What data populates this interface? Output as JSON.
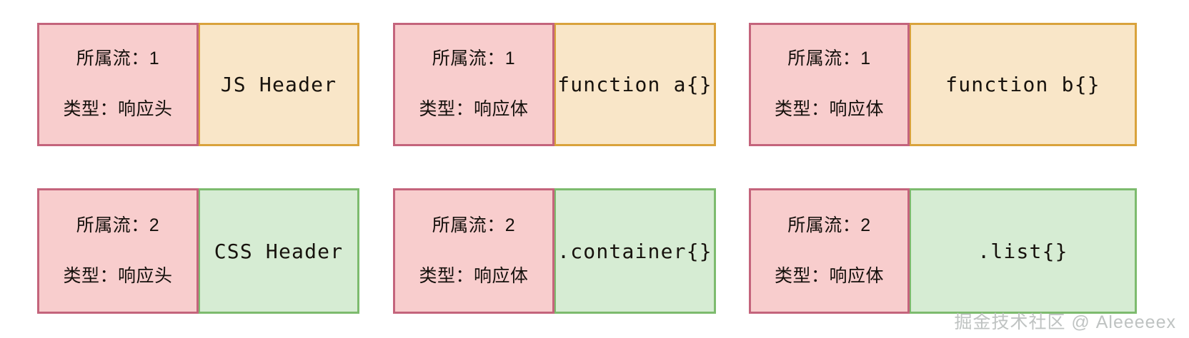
{
  "diagram": {
    "type": "multiplexed-stream-frames",
    "colors": {
      "meta_fill": "#f8cdcd",
      "meta_border": "#c4647c",
      "js_fill": "#f9e6c8",
      "js_border": "#d9a23c",
      "css_fill": "#d6ecd3",
      "css_border": "#7dbb6e",
      "text": "#17120d",
      "watermark": "#bfc3c2",
      "background": "#ffffff"
    },
    "labels": {
      "stream_prefix": "所属流：",
      "type_prefix": "类型：",
      "type_header": "响应头",
      "type_body": "响应体"
    },
    "rows": [
      {
        "row_name": "js-stream-row",
        "stream_id": "1",
        "content_kind": "js",
        "blocks": [
          {
            "meta_line1": "所属流：1",
            "meta_line2": "类型：响应头",
            "content": "JS Header"
          },
          {
            "meta_line1": "所属流：1",
            "meta_line2": "类型：响应体",
            "content": "function a{}"
          },
          {
            "meta_line1": "所属流：1",
            "meta_line2": "类型：响应体",
            "content": "function b{}"
          }
        ]
      },
      {
        "row_name": "css-stream-row",
        "stream_id": "2",
        "content_kind": "css",
        "blocks": [
          {
            "meta_line1": "所属流：2",
            "meta_line2": "类型：响应头",
            "content": "CSS Header"
          },
          {
            "meta_line1": "所属流：2",
            "meta_line2": "类型：响应体",
            "content": ".container{}"
          },
          {
            "meta_line1": "所属流：2",
            "meta_line2": "类型：响应体",
            "content": ".list{}"
          }
        ]
      }
    ]
  },
  "watermark": {
    "text": "掘金技术社区 @ Aleeeeex"
  }
}
